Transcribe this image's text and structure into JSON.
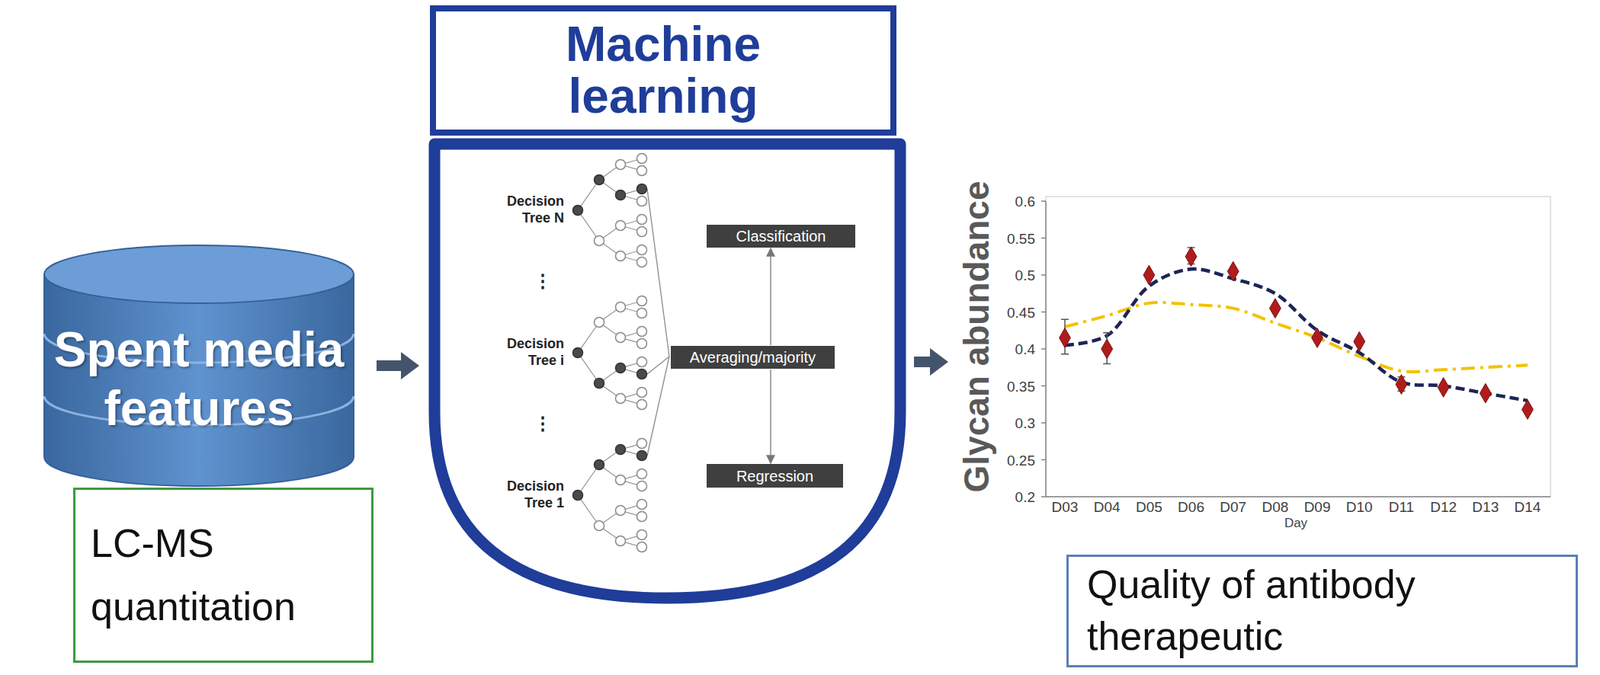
{
  "diagram": {
    "nodes": [
      {
        "text": [
          "Spent media features"
        ]
      },
      {
        "text": [
          "LC-MS quantitation"
        ]
      },
      {
        "text": [
          "Machine learning"
        ]
      },
      {
        "text": [
          "Decision Tree N",
          "Decision Tree i",
          "Decision Tree 1"
        ]
      },
      {
        "text": [
          "Classification"
        ],
        "in": 3
      },
      {
        "text": [
          "Averaging/majority"
        ],
        "in": 3
      },
      {
        "text": [
          "Regression"
        ],
        "in": 3
      },
      {
        "text": [
          "Glycan abundance",
          "Day"
        ]
      },
      {
        "text": [
          "Quality of antibody therapeutic"
        ]
      }
    ],
    "edges": [
      {
        "from": 0,
        "to": 3,
        "arrow": "to"
      },
      {
        "from": 3,
        "to": 7,
        "arrow": "to"
      },
      {
        "from": 5,
        "to": 4,
        "arrow": "to"
      },
      {
        "from": 5,
        "to": 6,
        "arrow": "to"
      }
    ],
    "labels": [
      "⋮",
      "⋮",
      "0.6",
      "0.55",
      "0.5",
      "0.45",
      "0.4",
      "0.35",
      "0.3",
      "0.25",
      "0.2",
      "D03",
      "D04",
      "D05",
      "D06",
      "D07",
      "D08",
      "D09",
      "D10",
      "D11",
      "D12",
      "D13",
      "D14"
    ]
  }
}
